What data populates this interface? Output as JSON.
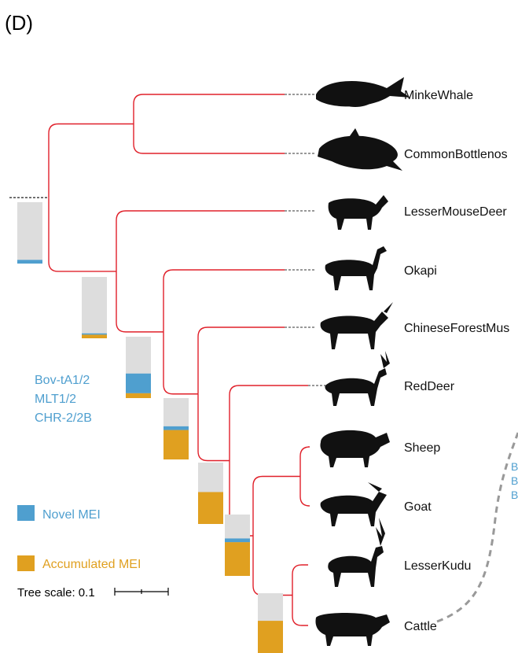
{
  "panel_label": "(D)",
  "species": [
    {
      "name": "MinkeWhale",
      "silhouette": "whale-icon"
    },
    {
      "name": "CommonBottlenos",
      "silhouette": "dolphin-icon"
    },
    {
      "name": "LesserMouseDeer",
      "silhouette": "mouse-deer-icon"
    },
    {
      "name": "Okapi",
      "silhouette": "okapi-icon"
    },
    {
      "name": "ChineseForestMus",
      "silhouette": "musk-deer-icon"
    },
    {
      "name": "RedDeer",
      "silhouette": "red-deer-icon"
    },
    {
      "name": "Sheep",
      "silhouette": "sheep-icon"
    },
    {
      "name": "Goat",
      "silhouette": "goat-icon"
    },
    {
      "name": "LesserKudu",
      "silhouette": "kudu-icon"
    },
    {
      "name": "Cattle",
      "silhouette": "cattle-icon"
    }
  ],
  "annotation": {
    "lines": [
      "Bov-tA1/2",
      "MLT1/2",
      "CHR-2/2B"
    ]
  },
  "cut_text": {
    "lines": [
      "B",
      "B",
      "B"
    ]
  },
  "legend": {
    "novel": "Novel MEI",
    "accumulated": "Accumulated MEI"
  },
  "scale": {
    "label": "Tree scale: 0.1"
  },
  "colors": {
    "tree": "#e0202a",
    "novel": "#4f9fcf",
    "accumulated": "#e0a020",
    "bar_bg": "#dddddd",
    "annotation": "#4f9fcf"
  },
  "bars": [
    {
      "node": "ruminant-root",
      "novel": 0.06,
      "accumulated": 0.0
    },
    {
      "node": "pecora",
      "novel": 0.02,
      "accumulated": 0.06
    },
    {
      "node": "okapi-split",
      "novel": 0.32,
      "accumulated": 0.08
    },
    {
      "node": "musk-split",
      "novel": 0.06,
      "accumulated": 0.48
    },
    {
      "node": "reddeer-split",
      "novel": 0.0,
      "accumulated": 0.52
    },
    {
      "node": "bovidae",
      "novel": 0.06,
      "accumulated": 0.55
    },
    {
      "node": "bovinae",
      "novel": 0.0,
      "accumulated": 0.55
    }
  ]
}
